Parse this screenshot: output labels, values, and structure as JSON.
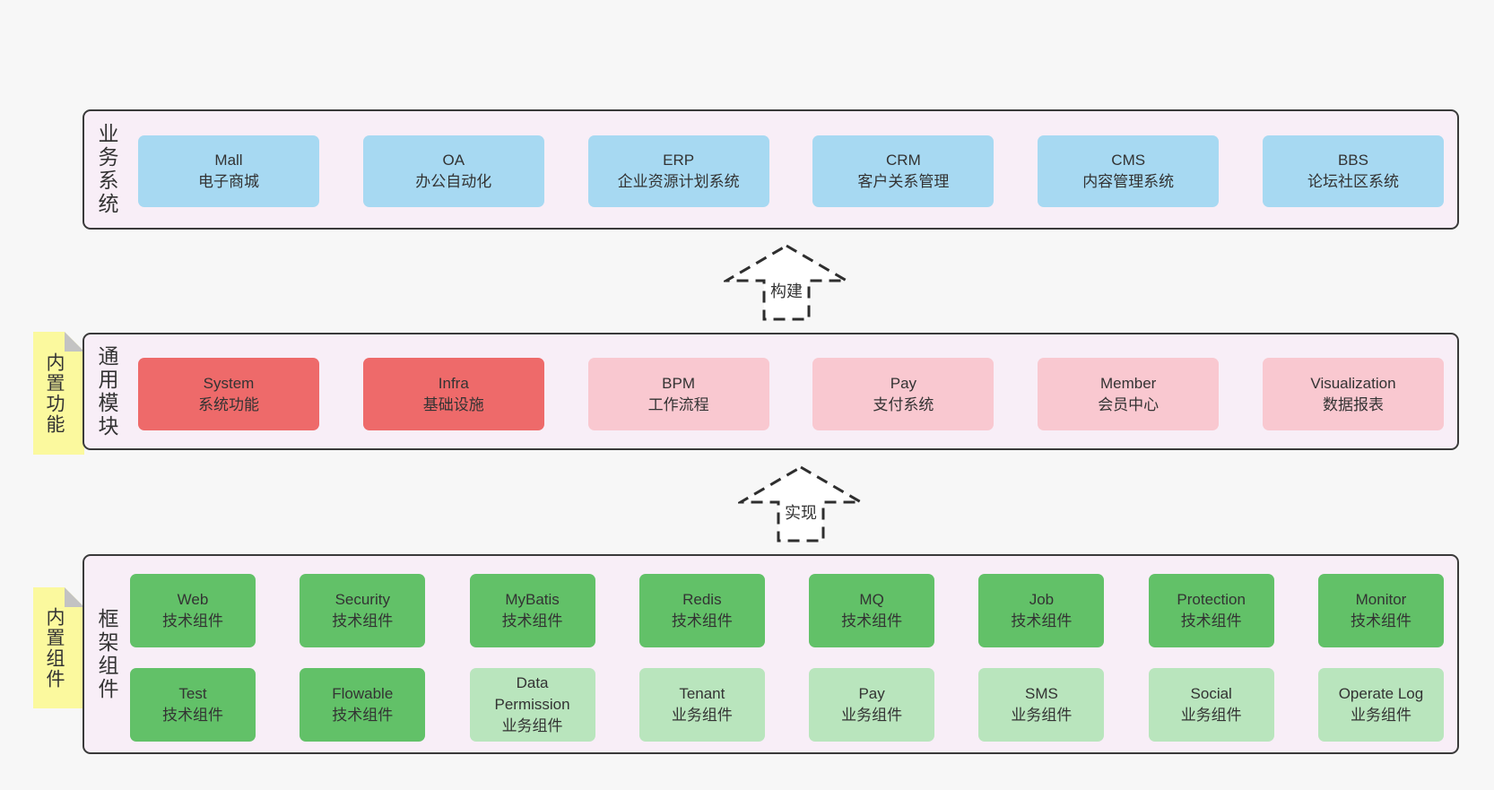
{
  "diagram": {
    "description_labels": {
      "build_arrow": "构建",
      "implement_arrow": "实现"
    },
    "colors": {
      "page_bg": "#f7f7f7",
      "container_bg": "#f8eef7",
      "container_border": "#3a3a3a",
      "note_bg": "#fbf99e",
      "note_fold": "#c3c3c3",
      "box_blue": "#a7d9f2",
      "box_red": "#ee6a6a",
      "box_pink": "#f9c8d0",
      "box_green": "#62c168",
      "box_lightgreen": "#b9e5bd",
      "text": "#333333",
      "arrow_fill": "#ffffff"
    },
    "layers": [
      {
        "key": "business-systems",
        "side_label": "业务系统",
        "note": null,
        "rows": [
          [
            {
              "title": "Mall",
              "subtitle": "电子商城",
              "variant": "blue"
            },
            {
              "title": "OA",
              "subtitle": "办公自动化",
              "variant": "blue"
            },
            {
              "title": "ERP",
              "subtitle": "企业资源计划系统",
              "variant": "blue"
            },
            {
              "title": "CRM",
              "subtitle": "客户关系管理",
              "variant": "blue"
            },
            {
              "title": "CMS",
              "subtitle": "内容管理系统",
              "variant": "blue"
            },
            {
              "title": "BBS",
              "subtitle": "论坛社区系统",
              "variant": "blue"
            }
          ]
        ]
      },
      {
        "key": "common-modules",
        "side_label": "通用模块",
        "note": "内置功能",
        "rows": [
          [
            {
              "title": "System",
              "subtitle": "系统功能",
              "variant": "red"
            },
            {
              "title": "Infra",
              "subtitle": "基础设施",
              "variant": "red"
            },
            {
              "title": "BPM",
              "subtitle": "工作流程",
              "variant": "pink"
            },
            {
              "title": "Pay",
              "subtitle": "支付系统",
              "variant": "pink"
            },
            {
              "title": "Member",
              "subtitle": "会员中心",
              "variant": "pink"
            },
            {
              "title": "Visualization",
              "subtitle": "数据报表",
              "variant": "pink"
            }
          ]
        ]
      },
      {
        "key": "framework-components",
        "side_label": "框架组件",
        "note": "内置组件",
        "rows": [
          [
            {
              "title": "Web",
              "subtitle": "技术组件",
              "variant": "green"
            },
            {
              "title": "Security",
              "subtitle": "技术组件",
              "variant": "green"
            },
            {
              "title": "MyBatis",
              "subtitle": "技术组件",
              "variant": "green"
            },
            {
              "title": "Redis",
              "subtitle": "技术组件",
              "variant": "green"
            },
            {
              "title": "MQ",
              "subtitle": "技术组件",
              "variant": "green"
            },
            {
              "title": "Job",
              "subtitle": "技术组件",
              "variant": "green"
            },
            {
              "title": "Protection",
              "subtitle": "技术组件",
              "variant": "green"
            },
            {
              "title": "Monitor",
              "subtitle": "技术组件",
              "variant": "green"
            }
          ],
          [
            {
              "title": "Test",
              "subtitle": "技术组件",
              "variant": "green"
            },
            {
              "title": "Flowable",
              "subtitle": "技术组件",
              "variant": "green"
            },
            {
              "title": "Data Permission",
              "subtitle": "业务组件",
              "variant": "lightgreen"
            },
            {
              "title": "Tenant",
              "subtitle": "业务组件",
              "variant": "lightgreen"
            },
            {
              "title": "Pay",
              "subtitle": "业务组件",
              "variant": "lightgreen"
            },
            {
              "title": "SMS",
              "subtitle": "业务组件",
              "variant": "lightgreen"
            },
            {
              "title": "Social",
              "subtitle": "业务组件",
              "variant": "lightgreen"
            },
            {
              "title": "Operate Log",
              "subtitle": "业务组件",
              "variant": "lightgreen"
            }
          ]
        ]
      }
    ]
  }
}
